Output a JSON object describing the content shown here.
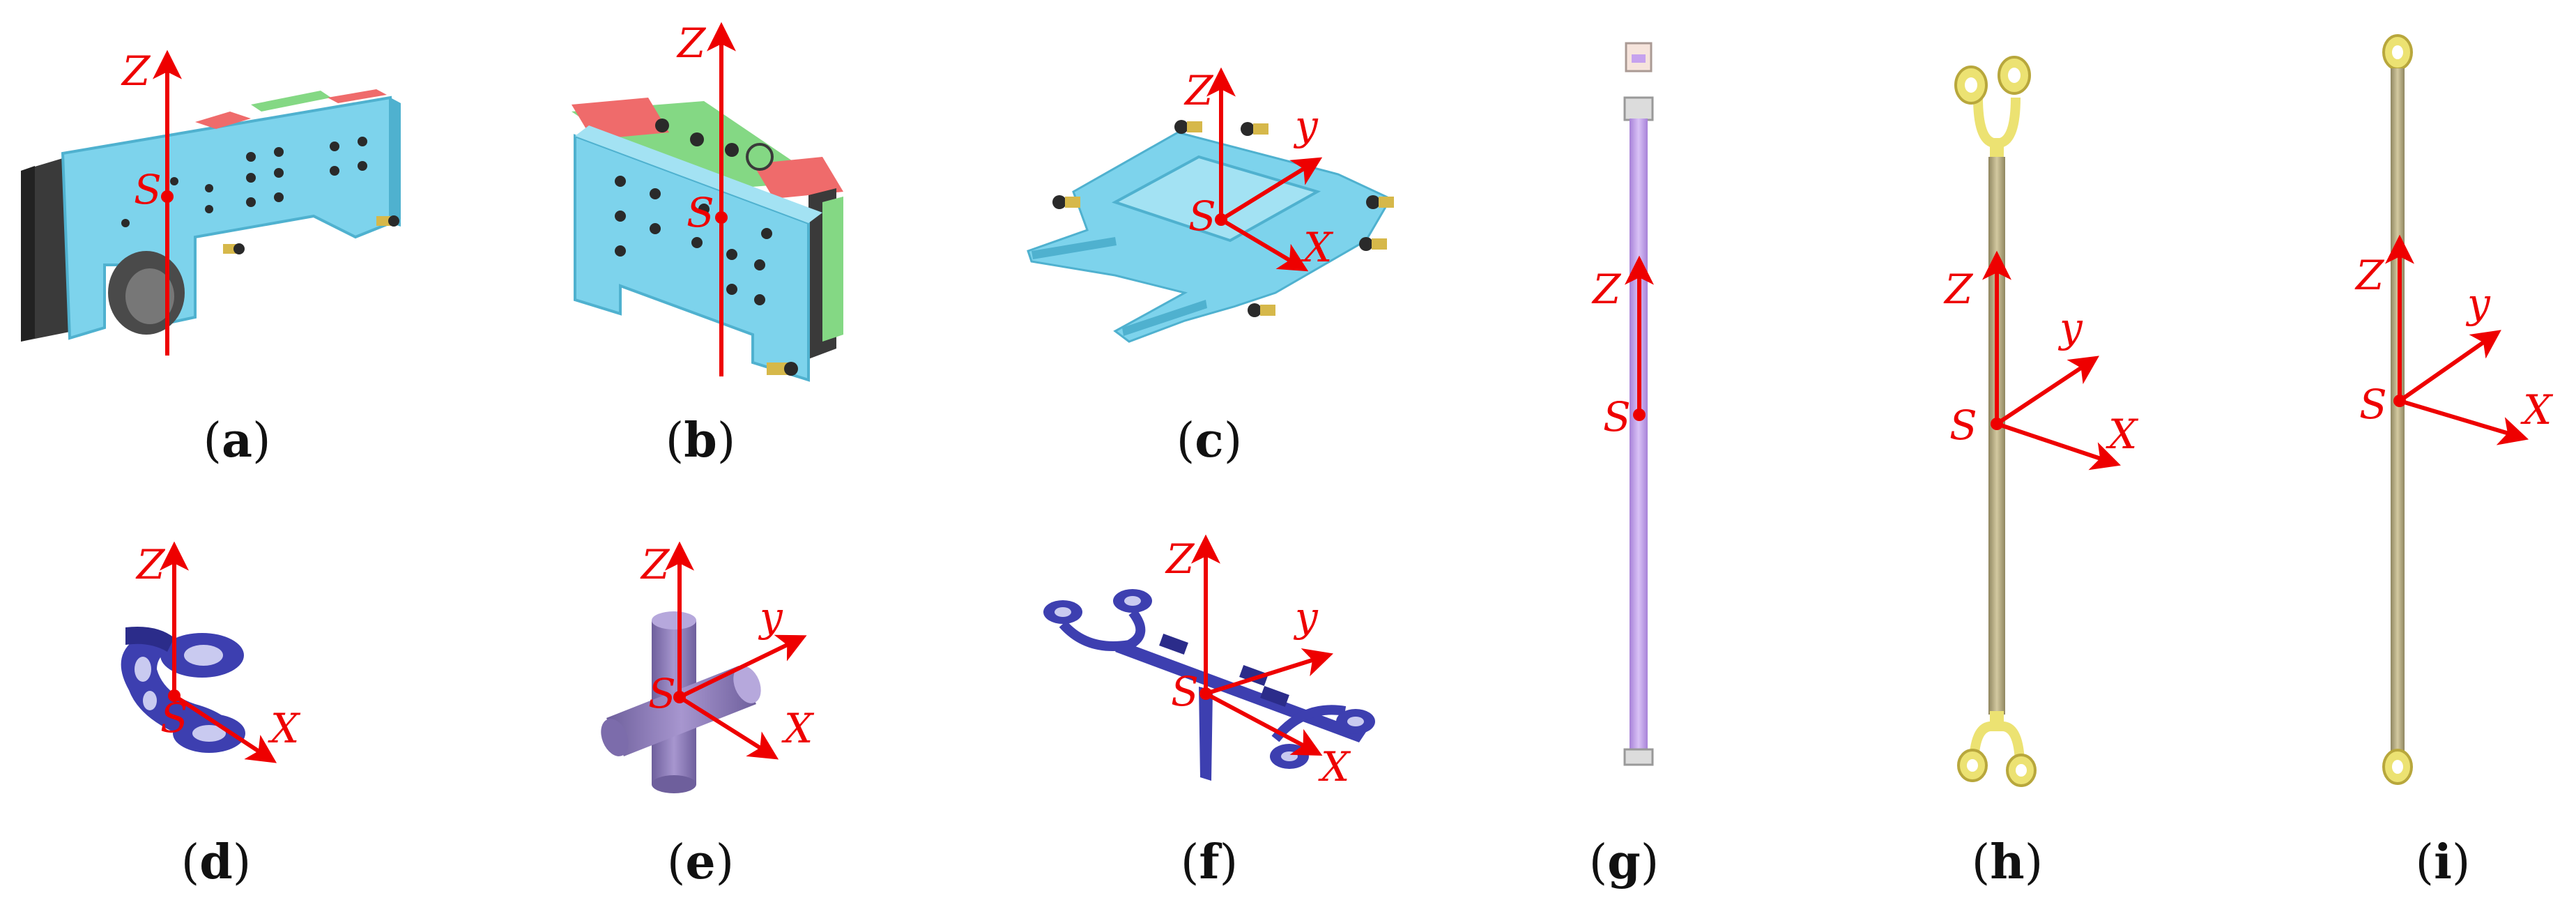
{
  "figure": {
    "panels": [
      {
        "id": "a",
        "caption_open": "(",
        "caption_letter": "a",
        "caption_close": ")",
        "origin_label": "S",
        "axes": [
          "Z"
        ]
      },
      {
        "id": "b",
        "caption_open": "(",
        "caption_letter": "b",
        "caption_close": ")",
        "origin_label": "S",
        "axes": [
          "Z"
        ]
      },
      {
        "id": "c",
        "caption_open": "(",
        "caption_letter": "c",
        "caption_close": ")",
        "origin_label": "S",
        "axes": [
          "Z",
          "y",
          "X"
        ]
      },
      {
        "id": "d",
        "caption_open": "(",
        "caption_letter": "d",
        "caption_close": ")",
        "origin_label": "S",
        "axes": [
          "Z",
          "X"
        ]
      },
      {
        "id": "e",
        "caption_open": "(",
        "caption_letter": "e",
        "caption_close": ")",
        "origin_label": "S",
        "axes": [
          "Z",
          "y",
          "X"
        ]
      },
      {
        "id": "f",
        "caption_open": "(",
        "caption_letter": "f",
        "caption_close": ")",
        "origin_label": "S",
        "axes": [
          "Z",
          "y",
          "X"
        ]
      },
      {
        "id": "g",
        "caption_open": "(",
        "caption_letter": "g",
        "caption_close": ")",
        "origin_label": "S",
        "axes": [
          "Z"
        ]
      },
      {
        "id": "h",
        "caption_open": "(",
        "caption_letter": "h",
        "caption_close": ")",
        "origin_label": "S",
        "axes": [
          "Z",
          "y",
          "X"
        ]
      },
      {
        "id": "i",
        "caption_open": "(",
        "caption_letter": "i",
        "caption_close": ")",
        "origin_label": "S",
        "axes": [
          "Z",
          "y",
          "X"
        ]
      }
    ],
    "colors": {
      "axis": "#ee0000",
      "plate_blue": "#7dd3ec",
      "plate_blue_dark": "#4fb1cf",
      "rail_green": "#84d884",
      "block_red": "#ef6b6b",
      "motor_dark": "#3a3a3a",
      "bolt_dark": "#2a2a2a",
      "brass": "#d6b84a",
      "navy_part": "#3d3fb0",
      "purple_cross": "#8a78b8",
      "purple_rod": "#c6a2ee",
      "olive_rod": "#b8ae82",
      "yellow_eye": "#ece272"
    },
    "icons": [
      "axis-arrow",
      "origin-dot"
    ]
  }
}
